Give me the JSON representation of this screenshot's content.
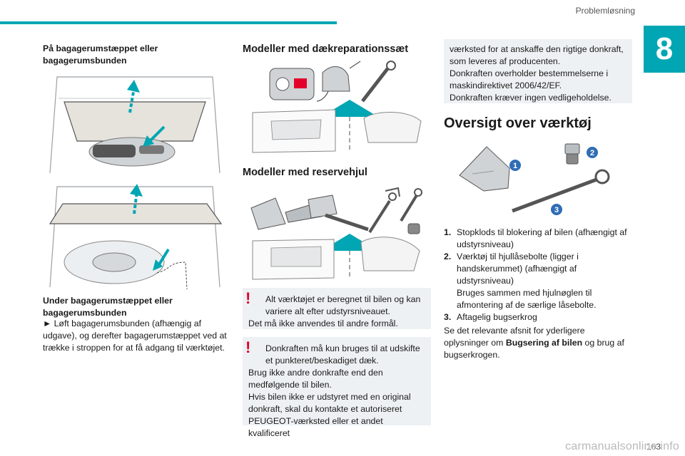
{
  "header": {
    "section_title": "Problemløsning",
    "chapter_number": "8"
  },
  "left": {
    "subtitle_top": "På bagagerumstæppet eller bagagerumsbunden",
    "subtitle_bottom": "Under bagagerumstæppet eller bagagerumsbunden",
    "instruction": "► Løft bagagerumsbunden (afhængig af udgave), og derefter bagagerumstæppet ved at trække i stroppen for at få adgang til værktøjet."
  },
  "middle": {
    "heading_repair_kit": "Modeller med dækreparationssæt",
    "heading_spare_wheel": "Modeller med reservehjul",
    "warning1": {
      "line1": "Alt værktøjet er beregnet til bilen og kan variere alt efter udstyrsniveauet.",
      "line2": "Det må ikke anvendes til andre formål."
    },
    "warning2": {
      "line1": "Donkraften må kun bruges til at udskifte et punkteret/beskadiget dæk.",
      "line2": "Brug ikke andre donkrafte end den medfølgende til bilen.",
      "line3": "Hvis bilen ikke er udstyret med en original donkraft, skal du kontakte et autoriseret PEUGEOT-værksted eller et andet kvalificeret"
    }
  },
  "right": {
    "note_continuation": "værksted for at anskaffe den rigtige donkraft, som leveres af producenten.",
    "note_line2": "Donkraften overholder bestemmelserne i maskindirektivet 2006/42/EF.",
    "note_line3": "Donkraften kræver ingen vedligeholdelse.",
    "heading": "Oversigt over værktøj",
    "callouts": [
      "1",
      "2",
      "3"
    ],
    "list": [
      {
        "num": "1.",
        "text": "Stopklods til blokering af bilen (afhængigt af udstyrsniveau)"
      },
      {
        "num": "2.",
        "text": "Værktøj til hjullåsebolte (ligger i handskerummet) (afhængigt af udstyrsniveau)",
        "extra": "Bruges sammen med hjulnøglen til afmontering af de særlige låsebolte."
      },
      {
        "num": "3.",
        "text": "Aftagelig bugserkrog"
      }
    ],
    "see_also_prefix": "Se det relevante afsnit for yderligere oplysninger om ",
    "see_also_bold": "Bugsering af bilen",
    "see_also_suffix": " og brug af bugserkrogen."
  },
  "footer": {
    "page_number": "163",
    "watermark": "carmanualsonline.info"
  },
  "colors": {
    "accent": "#00a6b3",
    "warning": "#e3002b",
    "box_bg": "#eef1f3",
    "callout": "#2f6db5"
  }
}
